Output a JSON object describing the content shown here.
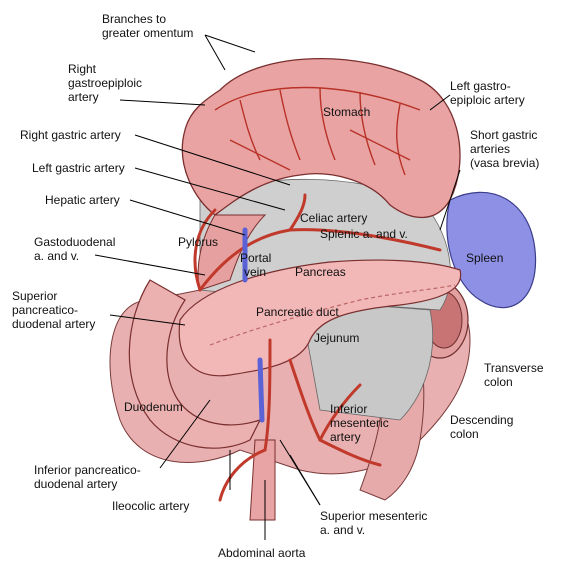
{
  "colors": {
    "stomach": "#e9a3a3",
    "stomach_shade": "#c97070",
    "artery": "#c0392b",
    "vein": "#6b6fd6",
    "spleen": "#8e90e6",
    "pancreas": "#f2b7b7",
    "intestine": "#ebb0b0",
    "background_organ": "#cfcfcf"
  },
  "labels": {
    "branches_to_greater_omentum": [
      "Branches to",
      "greater omentum"
    ],
    "right_gastroepiploic_artery": [
      "Right",
      "gastroepiploic",
      "artery"
    ],
    "left_gastroepiploic_artery": [
      "Left gastro-",
      "epiploic artery"
    ],
    "stomach": "Stomach",
    "right_gastric_artery": "Right gastric artery",
    "left_gastric_artery": "Left gastric artery",
    "short_gastric_arteries": [
      "Short gastric",
      "arteries",
      "(vasa brevia)"
    ],
    "hepatic_artery": "Hepatic artery",
    "celiac_artery": "Celiac artery",
    "splenic_a_and_v": "Splenic a. and v.",
    "gastroduodenal_a_and_v": [
      "Gastoduodenal",
      "a. and v."
    ],
    "pylorus": "Pylorus",
    "portal_vein": [
      "Portal",
      "vein"
    ],
    "pancreas": "Pancreas",
    "spleen": "Spleen",
    "superior_pancreaticoduodenal_artery": [
      "Superior",
      "pancreatico-",
      "duodenal  artery"
    ],
    "pancreatic_duct": "Pancreatic duct",
    "jejunum": "Jejunum",
    "transverse_colon": [
      "Transverse",
      "colon"
    ],
    "duodenum": "Duodenum",
    "inferior_mesenteric_artery": [
      "Inferior",
      "mesenteric",
      "artery"
    ],
    "descending_colon": [
      "Descending",
      "colon"
    ],
    "inferior_pancreaticoduodenal_artery": [
      "Inferior pancreatico-",
      "duodenal artery"
    ],
    "ileocolic_artery": "Ileocolic artery",
    "superior_mesenteric_a_and_v": [
      "Superior mesenteric",
      "a. and v."
    ],
    "abdominal_aorta": "Abdominal aorta"
  }
}
